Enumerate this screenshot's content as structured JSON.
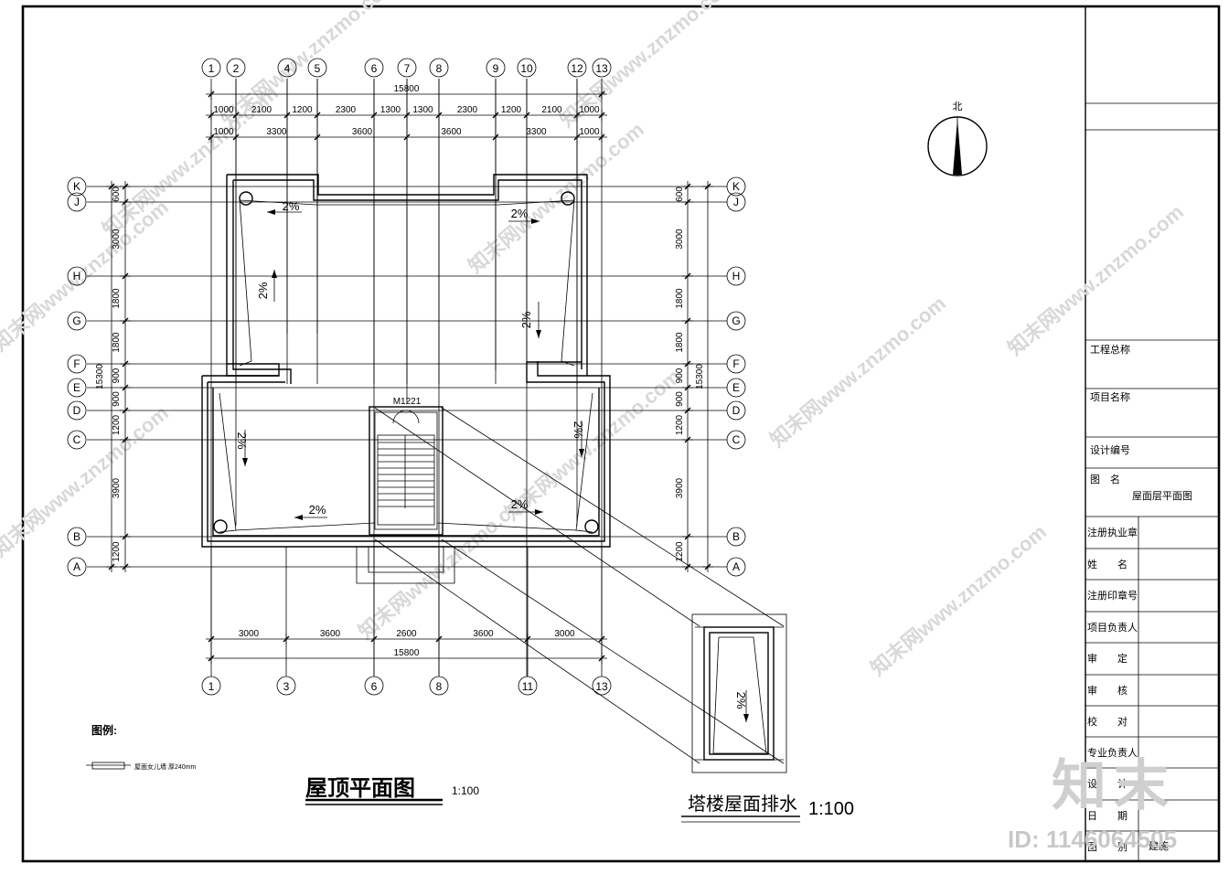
{
  "watermark": {
    "text": "知末网www.znzmo.com",
    "logo": "知末",
    "id": "ID: 1146064505"
  },
  "north": {
    "label": "北"
  },
  "axes": {
    "top": [
      "1",
      "2",
      "4",
      "5",
      "6",
      "7",
      "8",
      "9",
      "10",
      "12",
      "13"
    ],
    "bottom": [
      "1",
      "3",
      "6",
      "8",
      "11",
      "13"
    ],
    "rows": [
      "K",
      "J",
      "H",
      "G",
      "F",
      "E",
      "D",
      "C",
      "B",
      "A"
    ]
  },
  "dimensions": {
    "top_total": "15800",
    "top_row1": [
      "1000",
      "2100",
      "1200",
      "2300",
      "1300",
      "1300",
      "2300",
      "1200",
      "2100",
      "1000"
    ],
    "top_row2": [
      "1000",
      "3300",
      "3600",
      "3600",
      "3300",
      "1000"
    ],
    "bottom_row": [
      "3000",
      "3600",
      "2600",
      "3600",
      "3000"
    ],
    "bottom_total": "15800",
    "side_total": "15300",
    "side_segments": [
      "600",
      "3000",
      "1800",
      "1800",
      "900",
      "900",
      "1200",
      "3900",
      "1200"
    ]
  },
  "slopes": [
    "2%",
    "2%",
    "2%",
    "2%",
    "2%",
    "2%",
    "2%",
    "2%",
    "2%"
  ],
  "door_label": "M1221",
  "legend": {
    "title": "图例:",
    "item": "屋面女儿墙 厚240mm"
  },
  "main_title": {
    "text": "屋顶平面图",
    "scale": "1:100"
  },
  "sub_title": {
    "text": "塔楼屋面排水",
    "scale": "1:100"
  },
  "title_block": {
    "project_total": "工程总称",
    "project_name": "项目名称",
    "design_no": "设计编号",
    "drawing_label": "图　名",
    "drawing_name": "屋面层平面图",
    "rows": [
      "注册执业章",
      "姓　　名",
      "注册印章号",
      "项目负责人",
      "审　　定",
      "审　　核",
      "校　　对",
      "专业负责人",
      "设　　计",
      "日　　期",
      "图　　别"
    ],
    "category": "建施"
  }
}
